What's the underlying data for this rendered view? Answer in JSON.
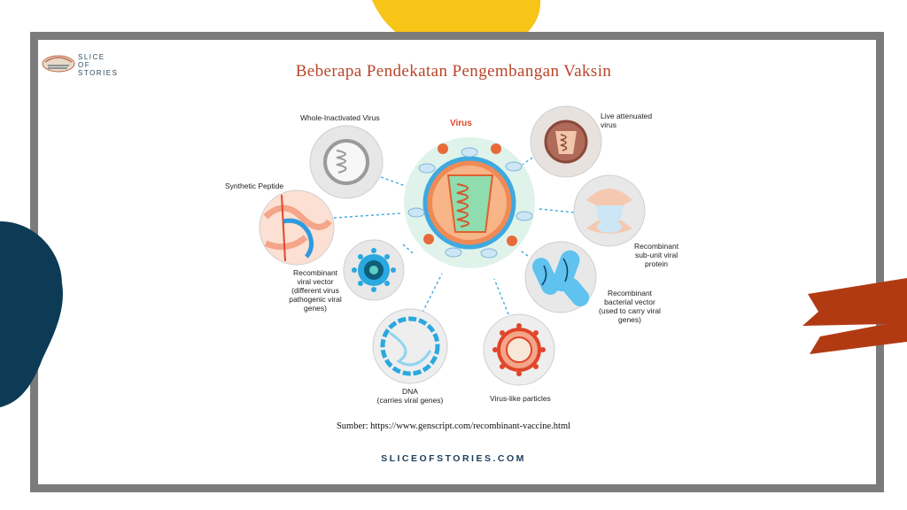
{
  "logo": {
    "lines": [
      "SLICE",
      "OF",
      "STORIES"
    ]
  },
  "title": "Beberapa Pendekatan Pengembangan Vaksin",
  "diagram": {
    "center": "Virus",
    "whole_inactivated": "Whole-Inactivated Virus",
    "live_attenuated": [
      "Live attenuated",
      "virus"
    ],
    "synthetic_peptide": "Synthetic Peptide",
    "recombinant_subunit": [
      "Recombinant",
      "sub-unit viral",
      "protein"
    ],
    "recombinant_viral_vector": [
      "Recombinant",
      "viral vector",
      "(different virus",
      "pathogenic viral",
      "genes)"
    ],
    "recombinant_bacterial_vector": [
      "Recombinant",
      "bacterial vector",
      "(used to carry viral",
      "genes)"
    ],
    "dna": [
      "DNA",
      "(carries viral genes)"
    ],
    "virus_like_particles": "Virus-like particles"
  },
  "source": "Sumber: https://www.genscript.com/recombinant-vaccine.html",
  "footer": "SLICEOFSTORIES.COM",
  "colors": {
    "frame": "#7b7b7b",
    "title": "#b8452a",
    "navy_blob": "#0d3b56",
    "yellow_blob": "#f7c418",
    "red_brush": "#b23a12"
  }
}
